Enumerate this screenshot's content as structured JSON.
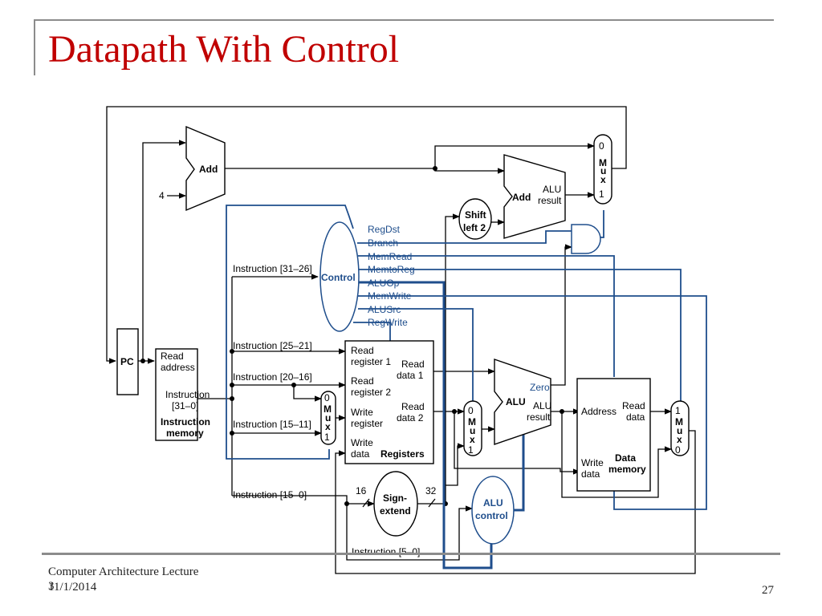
{
  "slide": {
    "title": "Datapath With Control",
    "footer_line1": "Computer Architecture Lecture",
    "footer_line2": "11/1/2014",
    "footer_ghost": "3",
    "page_number": "27"
  },
  "colors": {
    "title": "#c00000",
    "control": "#1f4e8c",
    "frame": "#8c8c8c"
  },
  "diagram": {
    "pc": "PC",
    "add_pc": "Add",
    "four": "4",
    "add_branch": "Add",
    "alu_result_top_a": "ALU",
    "alu_result_top_b": "result",
    "shift": [
      "Shift",
      "left 2"
    ],
    "control": "Control",
    "control_signals": [
      "RegDst",
      "Branch",
      "MemRead",
      "MemtoReg",
      "ALUOp",
      "MemWrite",
      "ALUSrc",
      "RegWrite"
    ],
    "imem": [
      "Read",
      "address",
      "Instruction",
      "[31–0]",
      "Instruction",
      "memory"
    ],
    "instr_fields": [
      "Instruction [31–26]",
      "Instruction [25–21]",
      "Instruction [20–16]",
      "Instruction [15–11]",
      "Instruction [15–0]",
      "Instruction [5–0]"
    ],
    "regs": [
      "Read",
      "register 1",
      "Read",
      "register 2",
      "Write",
      "register",
      "Write",
      "data",
      "Read",
      "data 1",
      "Read",
      "data 2",
      "Registers"
    ],
    "mux_letters": [
      "M",
      "u",
      "x"
    ],
    "mux_in0": "0",
    "mux_in1": "1",
    "alu": "ALU",
    "alu_zero": "Zero",
    "alu_result": [
      "ALU",
      "result"
    ],
    "sign_extend": [
      "Sign-",
      "extend"
    ],
    "bits_in": "16",
    "bits_out": "32",
    "alu_control": [
      "ALU",
      "control"
    ],
    "dmem": [
      "Address",
      "Read",
      "data",
      "Write",
      "data",
      "Data",
      "memory"
    ]
  }
}
